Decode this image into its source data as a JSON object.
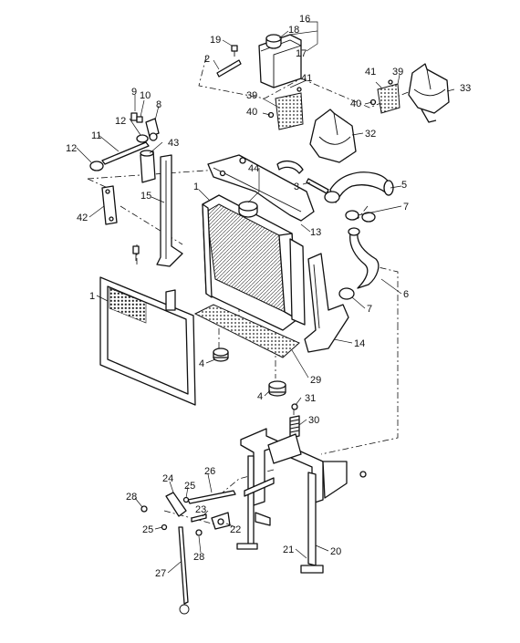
{
  "callouts": [
    {
      "id": "c16",
      "text": "16"
    },
    {
      "id": "c18",
      "text": "18"
    },
    {
      "id": "c19",
      "text": "19"
    },
    {
      "id": "c17",
      "text": "17"
    },
    {
      "id": "c2",
      "text": "2"
    },
    {
      "id": "c41a",
      "text": "41"
    },
    {
      "id": "c41b",
      "text": "41"
    },
    {
      "id": "c39a",
      "text": "39"
    },
    {
      "id": "c39b",
      "text": "39"
    },
    {
      "id": "c33",
      "text": "33"
    },
    {
      "id": "c40a",
      "text": "40"
    },
    {
      "id": "c40b",
      "text": "40"
    },
    {
      "id": "c32",
      "text": "32"
    },
    {
      "id": "c9",
      "text": "9"
    },
    {
      "id": "c10",
      "text": "10"
    },
    {
      "id": "c8",
      "text": "8"
    },
    {
      "id": "c12a",
      "text": "12"
    },
    {
      "id": "c11",
      "text": "11"
    },
    {
      "id": "c43",
      "text": "43"
    },
    {
      "id": "c12b",
      "text": "12"
    },
    {
      "id": "c44",
      "text": "44"
    },
    {
      "id": "c3",
      "text": "3"
    },
    {
      "id": "c5",
      "text": "5"
    },
    {
      "id": "c1a",
      "text": "1"
    },
    {
      "id": "c15",
      "text": "15"
    },
    {
      "id": "c42",
      "text": "42"
    },
    {
      "id": "c7a",
      "text": "7"
    },
    {
      "id": "c13",
      "text": "13"
    },
    {
      "id": "c6",
      "text": "6"
    },
    {
      "id": "c1b",
      "text": "1"
    },
    {
      "id": "c7b",
      "text": "7"
    },
    {
      "id": "c14",
      "text": "14"
    },
    {
      "id": "c4a",
      "text": "4"
    },
    {
      "id": "c29",
      "text": "29"
    },
    {
      "id": "c4b",
      "text": "4"
    },
    {
      "id": "c31",
      "text": "31"
    },
    {
      "id": "c30",
      "text": "30"
    },
    {
      "id": "c24",
      "text": "24"
    },
    {
      "id": "c26",
      "text": "26"
    },
    {
      "id": "c25a",
      "text": "25"
    },
    {
      "id": "c28a",
      "text": "28"
    },
    {
      "id": "c23",
      "text": "23"
    },
    {
      "id": "c25b",
      "text": "25"
    },
    {
      "id": "c22",
      "text": "22"
    },
    {
      "id": "c28b",
      "text": "28"
    },
    {
      "id": "c21",
      "text": "21"
    },
    {
      "id": "c20",
      "text": "20"
    },
    {
      "id": "c27",
      "text": "27"
    }
  ]
}
